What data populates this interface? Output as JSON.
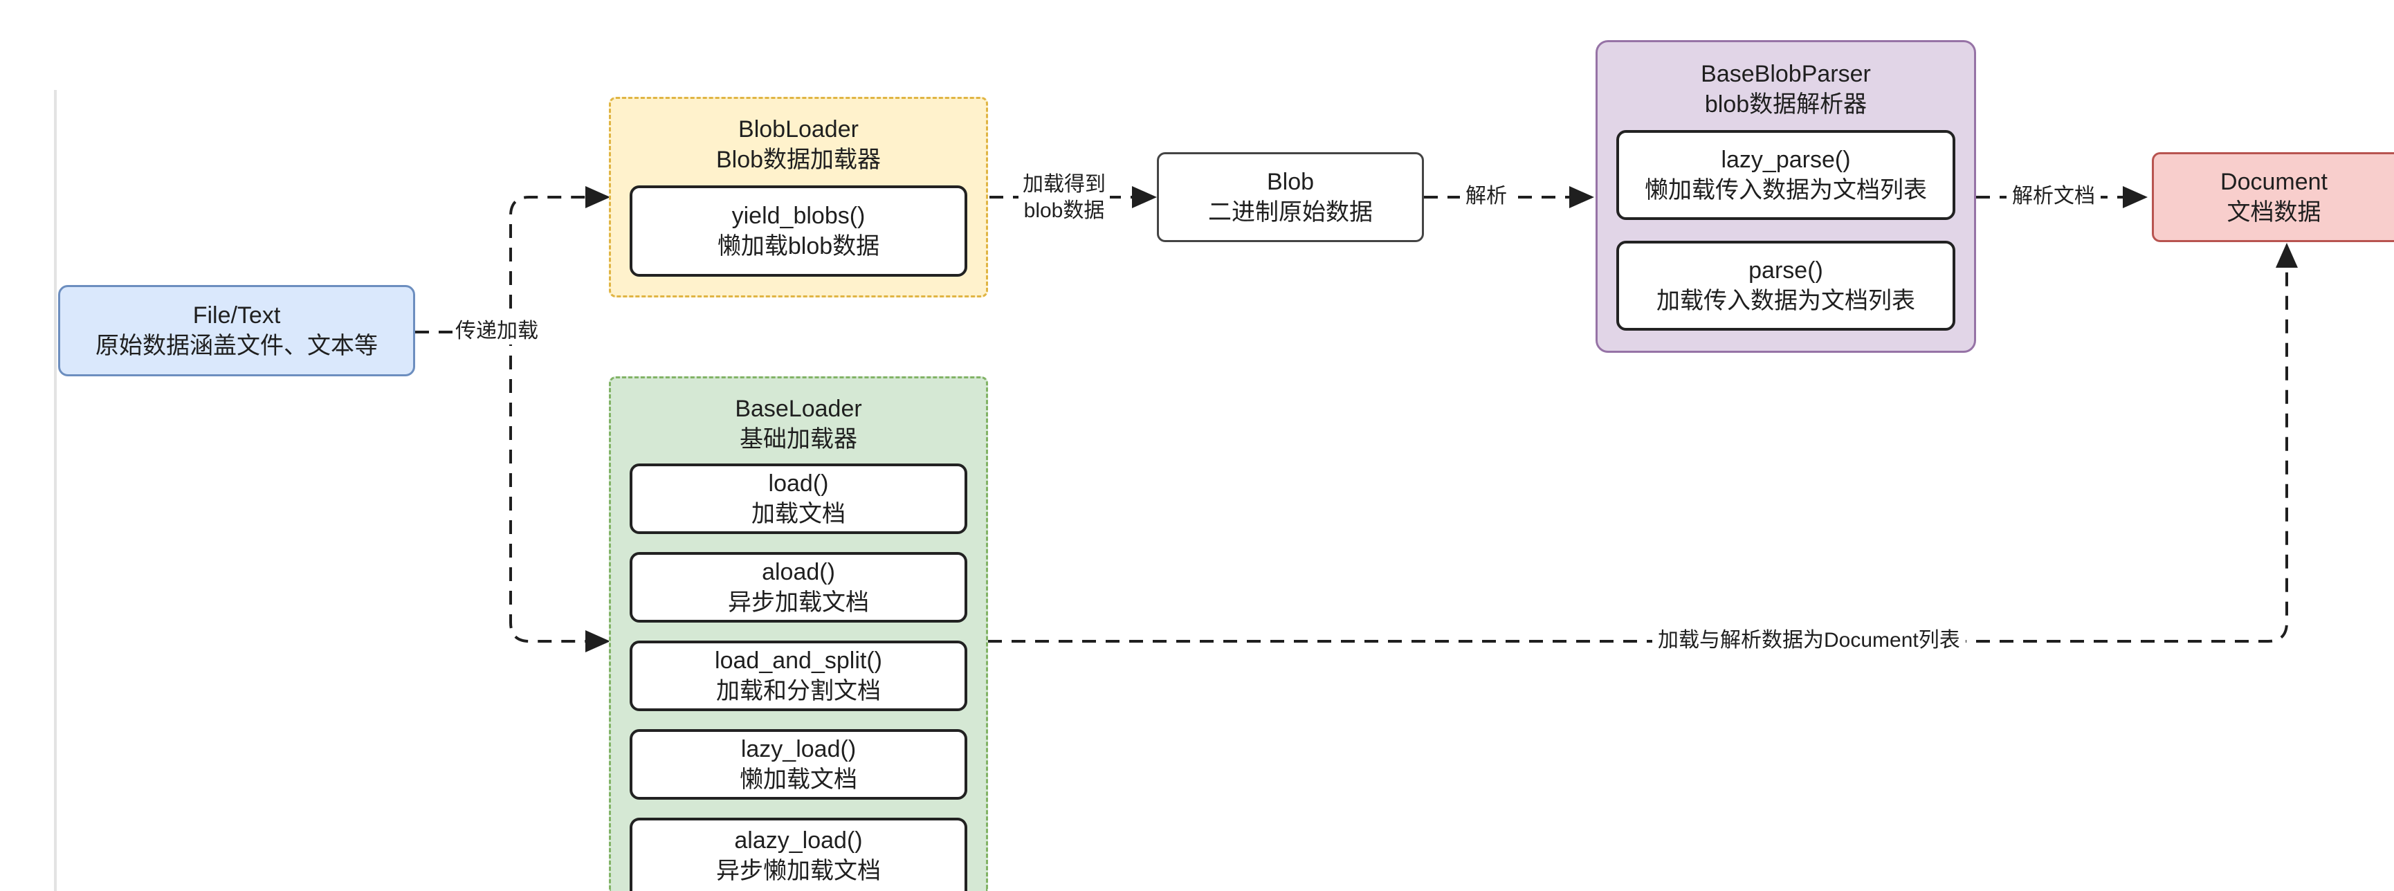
{
  "nodes": {
    "file_text": {
      "title": "File/Text",
      "subtitle": "原始数据涵盖文件、文本等"
    },
    "blob_loader": {
      "title": "BlobLoader",
      "subtitle": "Blob数据加载器",
      "methods": [
        {
          "name": "yield_blobs()",
          "desc": "懒加载blob数据"
        }
      ]
    },
    "blob": {
      "title": "Blob",
      "subtitle": "二进制原始数据"
    },
    "base_blob_parser": {
      "title": "BaseBlobParser",
      "subtitle": "blob数据解析器",
      "methods": [
        {
          "name": "lazy_parse()",
          "desc": "懒加载传入数据为文档列表"
        },
        {
          "name": "parse()",
          "desc": "加载传入数据为文档列表"
        }
      ]
    },
    "document": {
      "title": "Document",
      "subtitle": "文档数据"
    },
    "base_loader": {
      "title": "BaseLoader",
      "subtitle": "基础加载器",
      "methods": [
        {
          "name": "load()",
          "desc": "加载文档"
        },
        {
          "name": "aload()",
          "desc": "异步加载文档"
        },
        {
          "name": "load_and_split()",
          "desc": "加载和分割文档"
        },
        {
          "name": "lazy_load()",
          "desc": "懒加载文档"
        },
        {
          "name": "alazy_load()",
          "desc": "异步懒加载文档"
        }
      ]
    }
  },
  "edges": {
    "file_to_loaders": "传递加载",
    "loader_to_blob": [
      "加载得到",
      "blob数据"
    ],
    "blob_to_parser": "解析",
    "parser_to_document": "解析文档",
    "loader_to_document": "加载与解析数据为Document列表"
  },
  "colors": {
    "file_fill": "#dae8fc",
    "file_stroke": "#6c8ebf",
    "blob_loader_fill": "#fff2cc",
    "blob_loader_stroke": "#e0b544",
    "parser_fill": "#e1d5e7",
    "parser_stroke": "#9673a6",
    "document_fill": "#f8cecc",
    "document_stroke": "#b85450",
    "base_loader_fill": "#d5e8d4",
    "base_loader_stroke": "#82b366",
    "line": "#1f1f1f"
  }
}
